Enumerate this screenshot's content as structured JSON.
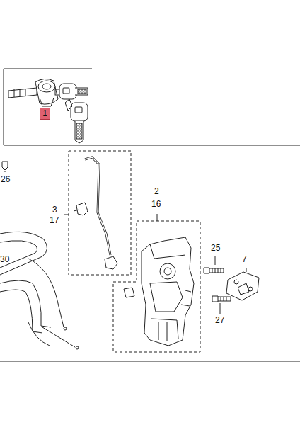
{
  "diagram": {
    "nodes": [
      {
        "text": [
          "1"
        ]
      }
    ],
    "labels": [
      "26",
      "3",
      "17",
      "2",
      "16",
      "25",
      "7",
      "30",
      "27"
    ]
  }
}
